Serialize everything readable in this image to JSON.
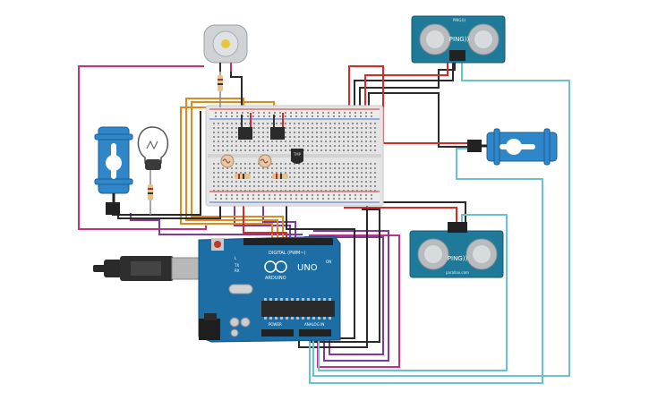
{
  "colors": {
    "background": "#ffffff",
    "wire_red": "#d42b2b",
    "wire_black": "#2a2a2a",
    "wire_magenta": "#c2307f",
    "wire_purple": "#7d3aa1",
    "wire_orange": "#e08a1e",
    "wire_teal": "#6bc2cf",
    "board_blue": "#1c6ea4",
    "sensor_blue": "#1f7a99",
    "servo_blue": "#2f86c9",
    "breadboard": "#e4e4e4"
  },
  "components": {
    "motor": {
      "icon": "dc-motor-icon"
    },
    "bulb": {
      "icon": "light-bulb-icon"
    },
    "servo_left": {
      "icon": "servo-icon"
    },
    "servo_right": {
      "icon": "servo-icon"
    },
    "transistor": {
      "label": "TMP"
    },
    "ping_top": {
      "label": "PING))",
      "tiny": "PING)))"
    },
    "ping_bottom": {
      "label": "PING))",
      "tiny": "parallax.com"
    },
    "arduino": {
      "logo": "ARDUINO",
      "model": "UNO",
      "digital_label": "DIGITAL (PWM~)",
      "power_label": "POWER",
      "analog_label": "ANALOG IN",
      "tx_label": "TX",
      "rx_label": "RX",
      "l_label": "L",
      "on_label": "ON"
    }
  }
}
